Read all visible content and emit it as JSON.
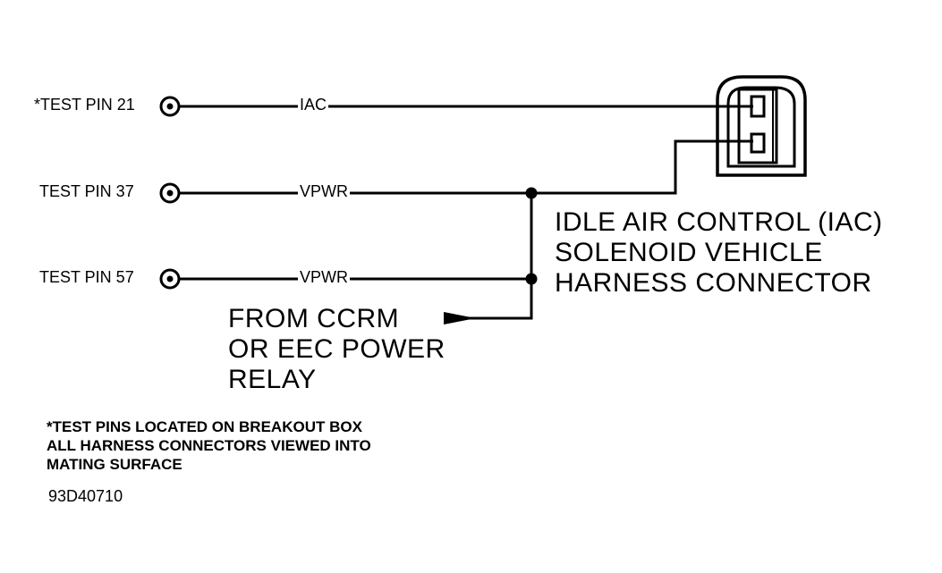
{
  "pins": [
    {
      "label": "*TEST PIN 21",
      "wire": "IAC"
    },
    {
      "label": "TEST PIN 37",
      "wire": "VPWR"
    },
    {
      "label": "TEST PIN 57",
      "wire": "VPWR"
    }
  ],
  "connector": {
    "lines": [
      "IDLE AIR CONTROL (IAC)",
      "SOLENOID VEHICLE",
      "HARNESS CONNECTOR"
    ]
  },
  "source": {
    "lines": [
      "FROM CCRM",
      "OR EEC POWER",
      "RELAY"
    ]
  },
  "notes": [
    "*TEST PINS LOCATED ON BREAKOUT BOX",
    "ALL HARNESS CONNECTORS VIEWED INTO",
    "MATING SURFACE"
  ],
  "figure_code": "93D40710"
}
